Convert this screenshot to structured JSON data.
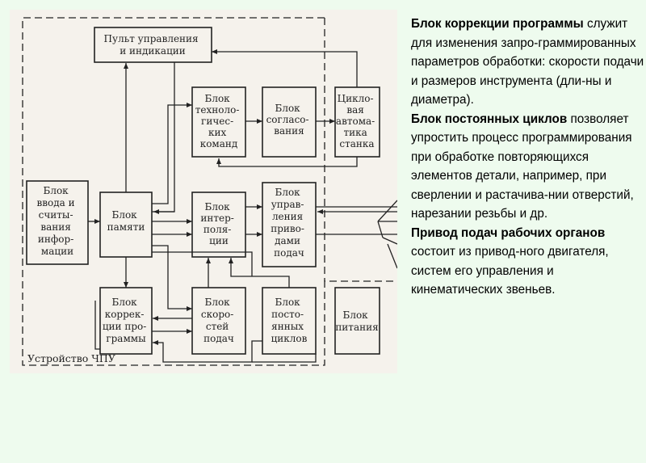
{
  "diagram": {
    "frame_label": "Устройство ЧПУ",
    "blocks": {
      "console": [
        "Пульт управления",
        "и индикации"
      ],
      "tech_commands": [
        "Блок",
        "техноло-",
        "гичес-",
        "ких",
        "команд"
      ],
      "matching": [
        "Блок",
        "согласо-",
        "вания"
      ],
      "cycle_auto": [
        "Цикло-",
        "вая",
        "автома-",
        "тика",
        "станка"
      ],
      "input": [
        "Блок",
        "ввода и",
        "считы-",
        "вания",
        "инфор-",
        "мации"
      ],
      "memory": [
        "Блок",
        "памяти"
      ],
      "interpolation": [
        "Блок",
        "интер-",
        "поля-",
        "ции"
      ],
      "feed_drives": [
        "Блок",
        "управ-",
        "ления",
        "приво-",
        "дами",
        "подач"
      ],
      "correction": [
        "Блок",
        "коррек-",
        "ции про-",
        "граммы"
      ],
      "speeds": [
        "Блок",
        "скоро-",
        "стей",
        "подач"
      ],
      "cycles": [
        "Блок",
        "посто-",
        "янных",
        "циклов"
      ],
      "power": [
        "Блок",
        "питания"
      ]
    }
  },
  "text": {
    "p1_title": "Блок коррекции программы",
    "p1_body": "служит для изменения запро-граммированных параметров обработки: скорости подачи и размеров инструмента (дли-ны и диаметра).",
    "p2_title": "Блок постоянных циклов",
    "p2_body": "позволяет упростить процесс программирования при обработке повторяющихся элементов детали, например, при сверлении и растачива-нии отверстий, нарезании резьбы и др.",
    "p3_title": "Привод подач рабочих органов",
    "p3_body": "состоит из привод-ного двигателя, систем его управления и кинематических звеньев."
  }
}
